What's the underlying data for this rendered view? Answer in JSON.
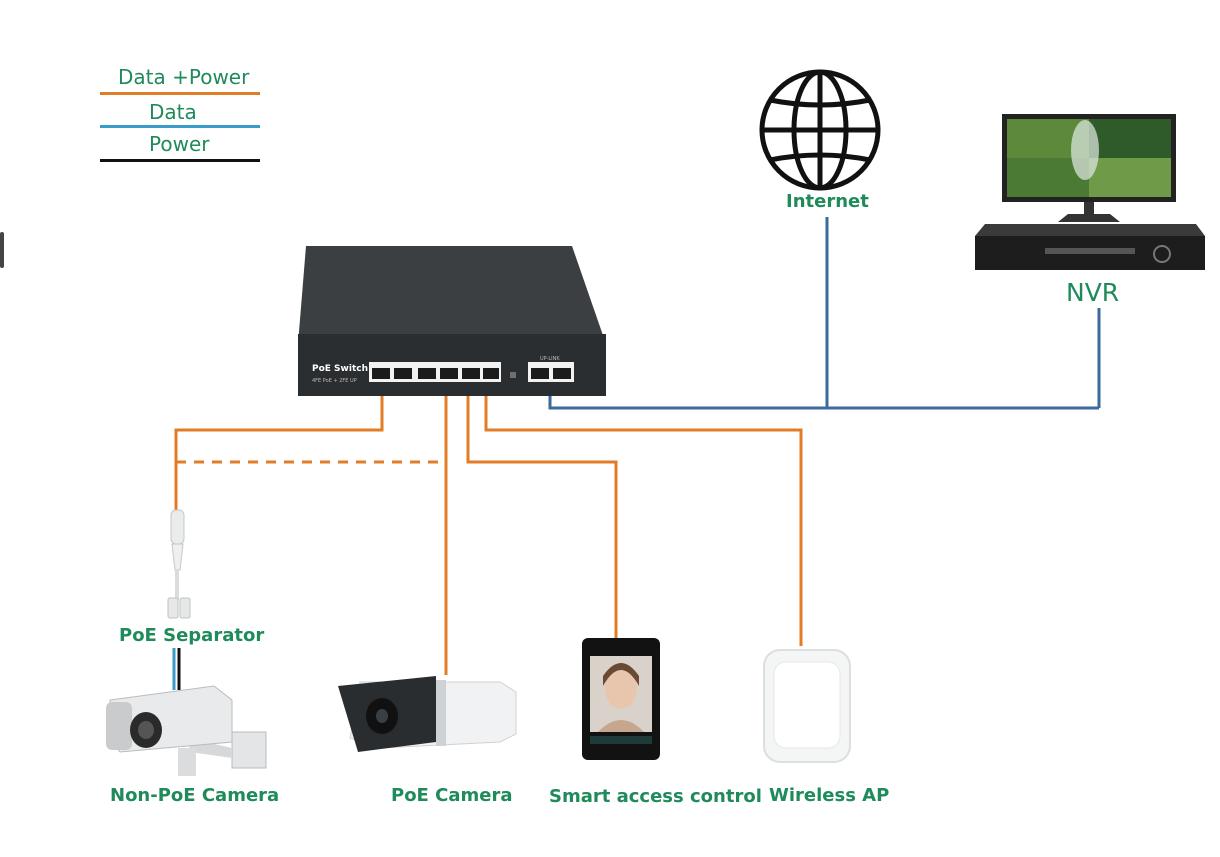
{
  "legend": {
    "items": [
      {
        "label": "Data +Power",
        "color": "#e07d26"
      },
      {
        "label": "Data",
        "color": "#3a9bc9"
      },
      {
        "label": "Power",
        "color": "#111111"
      }
    ]
  },
  "colors": {
    "label_green": "#1f8a5a",
    "data_power": "#e07d26",
    "data": "#3d6a9c",
    "separator_data": "#3a9bc9",
    "switch_body": "#2f3336"
  },
  "switch": {
    "title": "PoE Switch",
    "subtitle": "4FE PoE + 2FE UP",
    "uplink_label": "UP-LINK"
  },
  "nodes": {
    "internet": "Internet",
    "nvr": "NVR",
    "poe_separator": "PoE Separator",
    "non_poe_camera": "Non-PoE Camera",
    "poe_camera": "PoE Camera",
    "access_control": "Smart access control",
    "wireless_ap": "Wireless AP"
  },
  "icons": [
    "globe-icon",
    "monitor-icon",
    "nvr-recorder-icon",
    "poe-switch-icon",
    "poe-separator-icon",
    "bullet-camera-icon",
    "box-camera-icon",
    "access-terminal-icon",
    "wireless-ap-icon"
  ]
}
